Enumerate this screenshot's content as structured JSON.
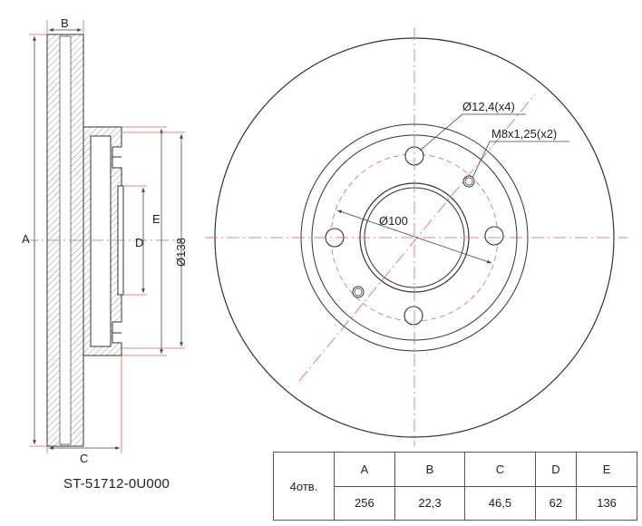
{
  "labels": {
    "A": "A",
    "B": "B",
    "C": "C",
    "D": "D",
    "E": "E",
    "d138": "Ø138",
    "d100": "Ø100",
    "bolt_holes": "Ø12,4(x4)",
    "screw_holes": "M8x1,25(x2)"
  },
  "part_number": "ST-51712-0U000",
  "spec_table": {
    "qty_label": "4отв.",
    "headers": [
      "A",
      "B",
      "C",
      "D",
      "E"
    ],
    "values": [
      "256",
      "22,3",
      "46,5",
      "62",
      "136"
    ]
  },
  "colors": {
    "outline": "#333333",
    "centerline": "#e06060",
    "hatch": "#777777"
  }
}
